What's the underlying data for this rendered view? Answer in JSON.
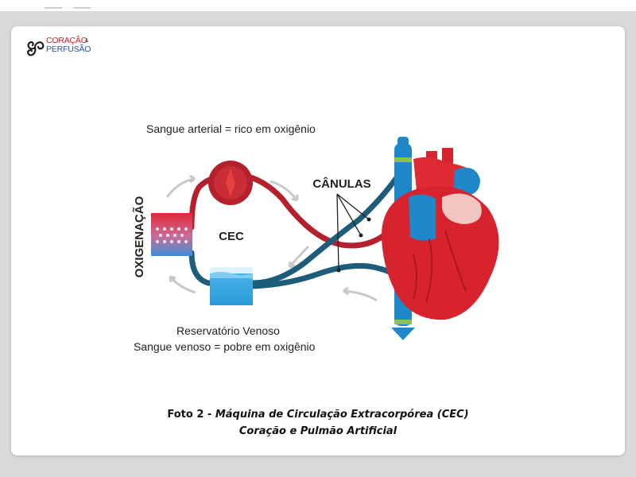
{
  "logo": {
    "line1": "CORAÇÃO",
    "amp": "&",
    "line2": "PERFUSÃO"
  },
  "notes": {
    "arterial": "Sangue arterial = rico em oxigênio",
    "reservoir": "Reservatório Venoso",
    "venous": "Sangue venoso = pobre em oxigênio"
  },
  "diagram": {
    "oxygenation": "OXIGENAÇÃO",
    "cec": "CEC",
    "canulas": "CÂNULAS",
    "colors": {
      "arterial": "#b5202d",
      "venous": "#1d5d7a",
      "heart": "#d7232e",
      "vessel": "#1e88c8"
    }
  },
  "caption": {
    "prefix": "Foto 2 - ",
    "title": "Máquina de Circulação Extracorpórea (CEC)",
    "subtitle": "Coração e Pulmão Artificial"
  }
}
